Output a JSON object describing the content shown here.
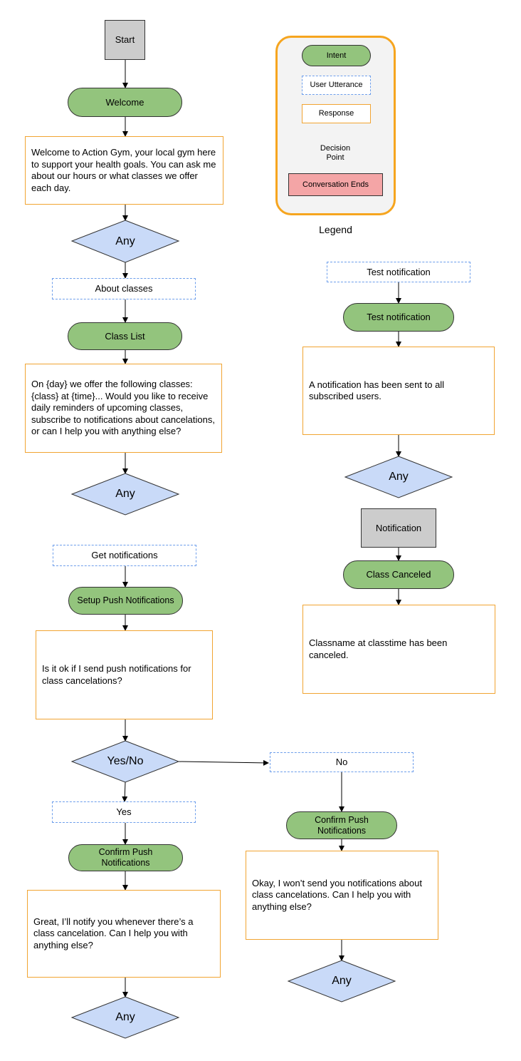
{
  "nodes": {
    "start": "Start",
    "welcome_intent": "Welcome",
    "welcome_response": "Welcome to Action Gym, your local gym here to support your health goals. You can ask me about our hours or what classes we offer each day.",
    "any_1": "Any",
    "about_classes_utterance": "About classes",
    "class_list_intent": "Class List",
    "class_list_response": "On {day} we offer the following classes: {class} at {time}... Would you like to receive daily reminders of upcoming classes, subscribe to notifications about cancelations, or can I help you with anything else?",
    "any_2": "Any",
    "get_notifications_utterance": "Get notifications",
    "setup_push_intent": "Setup Push Notifications",
    "setup_push_response": "Is it ok if I send push notifications for class cancelations?",
    "yes_no_decision": "Yes/No",
    "yes_utterance": "Yes",
    "confirm_push_yes_intent": "Confirm Push Notifications",
    "confirm_yes_response": "Great, I’ll notify you whenever there’s a class cancelation. Can I help you with anything else?",
    "any_3": "Any",
    "no_utterance": "No",
    "confirm_push_no_intent": "Confirm Push Notifications",
    "confirm_no_response": "Okay, I won’t send you notifications about class cancelations. Can I help you with anything else?",
    "any_4": "Any",
    "test_notification_utterance": "Test notification",
    "test_notification_intent": "Test notification",
    "test_notification_response": "A notification has been sent to all subscribed users.",
    "any_5": "Any",
    "notification_start": "Notification",
    "class_canceled_intent": "Class Canceled",
    "class_canceled_response": "Classname at classtime has been canceled."
  },
  "legend": {
    "title": "Legend",
    "intent": "Intent",
    "user_utterance": "User Utterance",
    "response": "Response",
    "decision_point": "Decision Point",
    "conversation_ends": "Conversation Ends"
  },
  "colors": {
    "intent_fill": "#93c47d",
    "start_fill": "#cccccc",
    "decision_fill": "#c9daf8",
    "utterance_border": "#6d9eeb",
    "response_border": "#f1a432",
    "ends_fill": "#f4a5a6",
    "legend_border": "#f6a51f"
  }
}
